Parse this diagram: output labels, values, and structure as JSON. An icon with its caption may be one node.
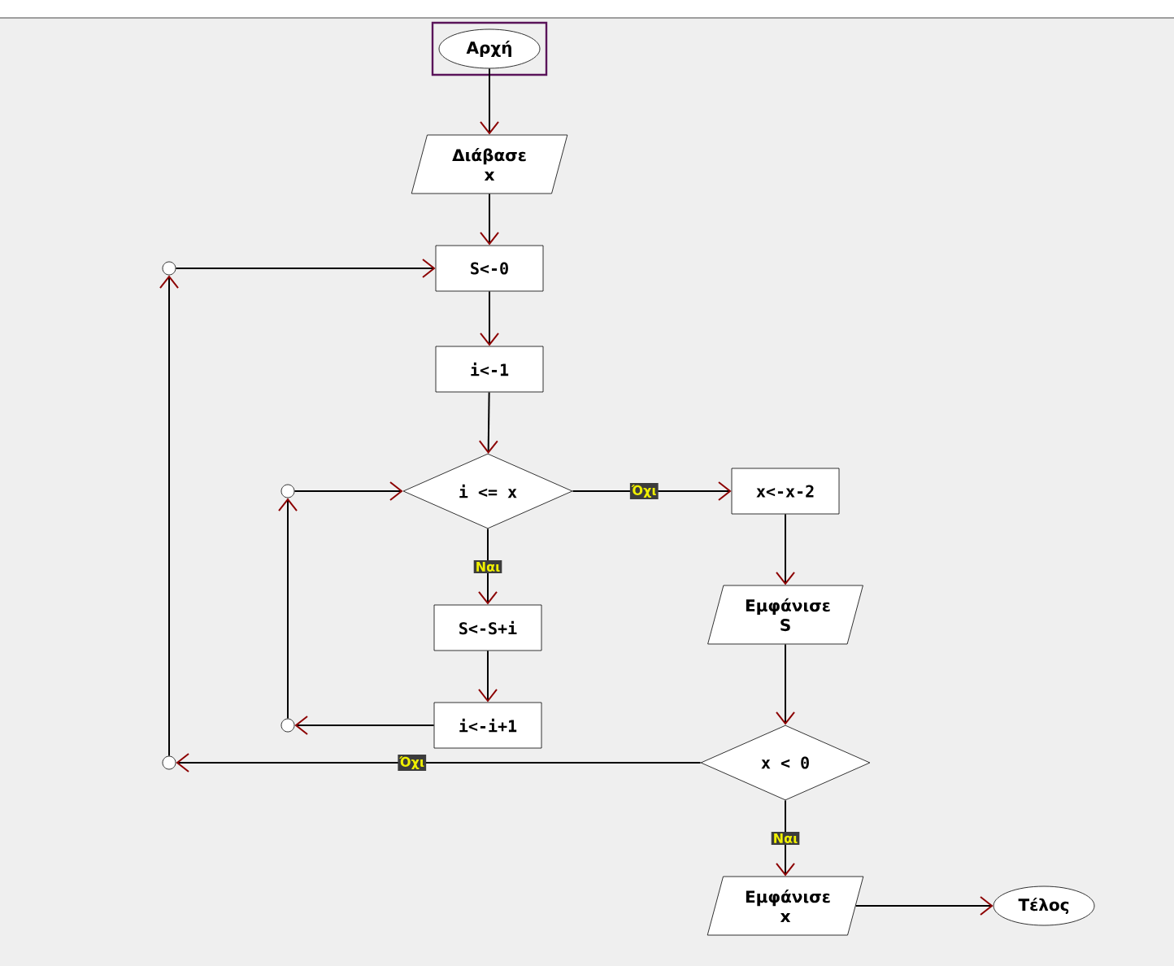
{
  "diagram": {
    "nodes": [
      {
        "text": [
          "Αρχή"
        ]
      },
      {
        "text": [
          "Διάβασε x"
        ]
      },
      {
        "text": [
          "S<-0"
        ]
      },
      {
        "text": [
          "i<-1"
        ]
      },
      {
        "text": [
          "i <= x"
        ]
      },
      {
        "text": [
          "S<-S+i"
        ]
      },
      {
        "text": [
          "i<-i+1"
        ]
      },
      {
        "text": [
          "x<-x-2"
        ]
      },
      {
        "text": [
          "Εμφάνισε S"
        ]
      },
      {
        "text": [
          "x < 0"
        ]
      },
      {
        "text": [
          "Εμφάνισε x"
        ]
      },
      {
        "text": [
          "Τέλος"
        ]
      },
      {
        "text": [],
        "shape": "circle"
      },
      {
        "text": [],
        "shape": "circle"
      },
      {
        "text": [],
        "shape": "circle"
      },
      {
        "text": [],
        "shape": "circle"
      }
    ],
    "edges": [
      {
        "from": 0,
        "to": 1,
        "arrow": "to"
      },
      {
        "from": 1,
        "to": 2,
        "arrow": "to"
      },
      {
        "from": 2,
        "to": 3,
        "arrow": "to"
      },
      {
        "from": 3,
        "to": 4,
        "arrow": "to"
      },
      {
        "from": 4,
        "to": 5,
        "label": "Ναι",
        "arrow": "to"
      },
      {
        "from": 5,
        "to": 6,
        "arrow": "to"
      },
      {
        "from": 6,
        "to": 14,
        "arrow": "to"
      },
      {
        "from": 14,
        "to": 13,
        "arrow": "to"
      },
      {
        "from": 13,
        "to": 4,
        "arrow": "to"
      },
      {
        "from": 4,
        "to": 7,
        "label": "Όχι",
        "arrow": "to"
      },
      {
        "from": 7,
        "to": 8,
        "arrow": "to"
      },
      {
        "from": 8,
        "to": 9,
        "arrow": "to"
      },
      {
        "from": 9,
        "to": 15,
        "label": "Όχι",
        "arrow": "to"
      },
      {
        "from": 15,
        "to": 12,
        "arrow": "to"
      },
      {
        "from": 12,
        "to": 2,
        "arrow": "to"
      },
      {
        "from": 9,
        "to": 10,
        "label": "Ναι",
        "arrow": "to"
      },
      {
        "from": 10,
        "to": 11,
        "arrow": "to"
      }
    ]
  }
}
